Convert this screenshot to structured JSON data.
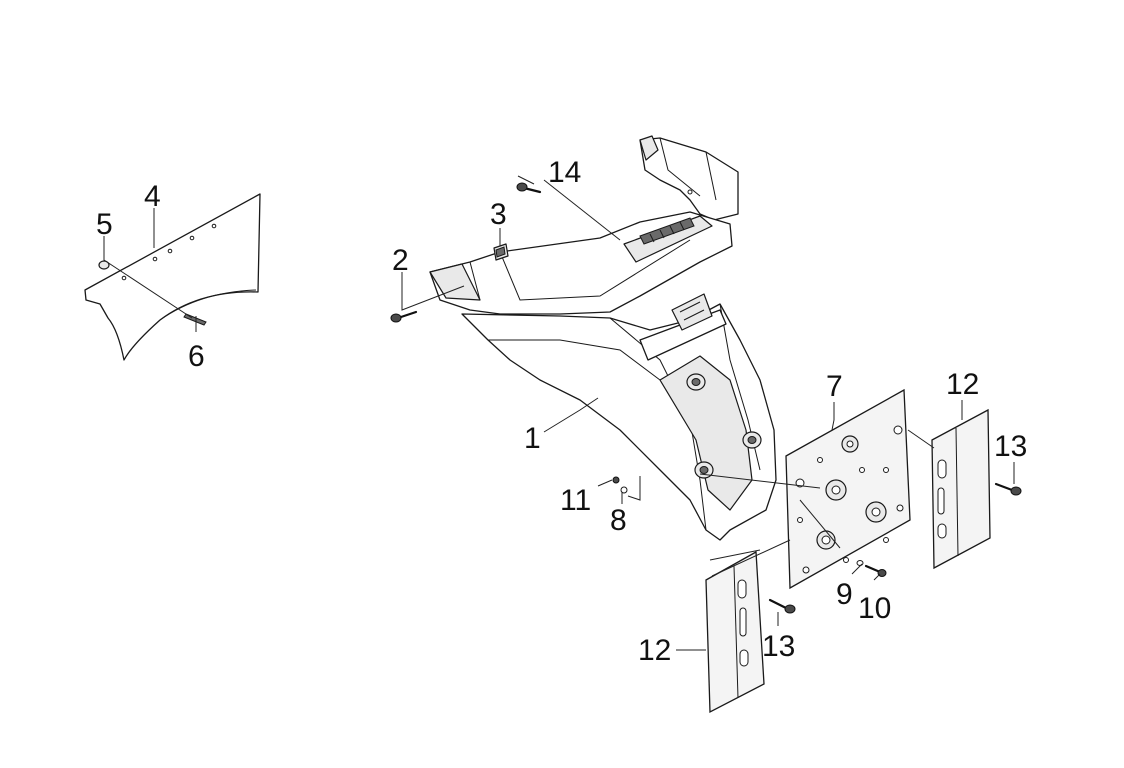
{
  "diagram": {
    "callouts": [
      {
        "id": "1",
        "label": "1"
      },
      {
        "id": "2",
        "label": "2"
      },
      {
        "id": "3",
        "label": "3"
      },
      {
        "id": "4",
        "label": "4"
      },
      {
        "id": "5",
        "label": "5"
      },
      {
        "id": "6",
        "label": "6"
      },
      {
        "id": "7",
        "label": "7"
      },
      {
        "id": "8",
        "label": "8"
      },
      {
        "id": "9",
        "label": "9"
      },
      {
        "id": "10",
        "label": "10"
      },
      {
        "id": "11",
        "label": "11"
      },
      {
        "id": "12a",
        "label": "12"
      },
      {
        "id": "12b",
        "label": "12"
      },
      {
        "id": "13a",
        "label": "13"
      },
      {
        "id": "13b",
        "label": "13"
      },
      {
        "id": "14",
        "label": "14"
      }
    ]
  }
}
